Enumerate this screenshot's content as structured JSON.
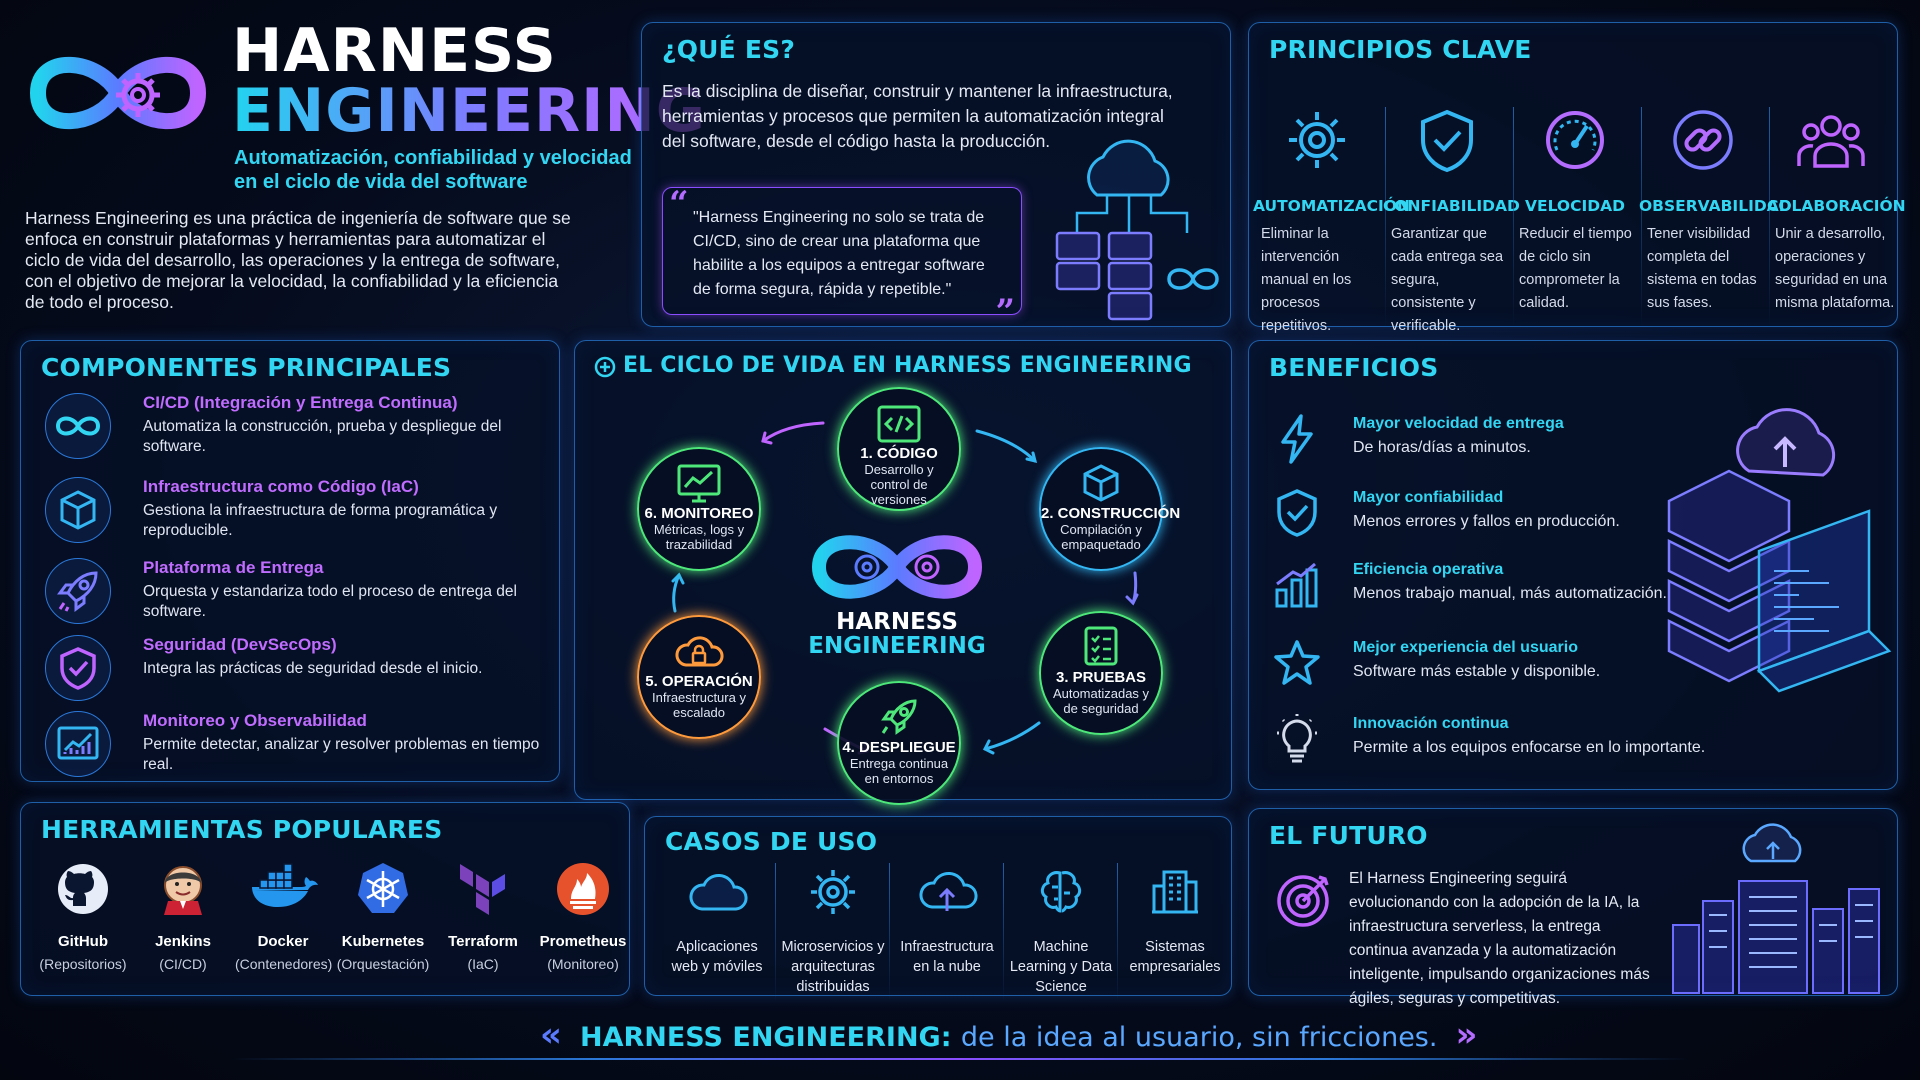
{
  "header": {
    "title_line1": "HARNESS",
    "title_line2": "ENGINEERING",
    "subtitle": "Automatización, confiabilidad y velocidad en el ciclo de vida del software",
    "intro": "Harness Engineering es una práctica de ingeniería de software que se enfoca en construir plataformas y herramientas para automatizar el ciclo de vida del desarrollo, las operaciones y la entrega de software, con el objetivo de mejorar la velocidad, la confiabilidad y la eficiencia de todo el proceso."
  },
  "que_es": {
    "title": "¿QUÉ ES?",
    "text": "Es la disciplina de diseñar, construir y mantener la infraestructura, herramientas y procesos que permiten la automatización integral del software, desde el código hasta la producción.",
    "quote": "\"Harness Engineering no solo se trata de CI/CD, sino de crear una plataforma que habilite a los equipos a entregar software de forma segura, rápida y repetible.\""
  },
  "principios": {
    "title": "PRINCIPIOS CLAVE",
    "items": [
      {
        "icon": "gear-icon",
        "title": "AUTOMATIZACIÓN",
        "desc": "Eliminar la intervención manual en los procesos repetitivos."
      },
      {
        "icon": "shield-check-icon",
        "title": "CONFIABILIDAD",
        "desc": "Garantizar que cada entrega sea segura, consistente y verificable."
      },
      {
        "icon": "speedometer-icon",
        "title": "VELOCIDAD",
        "desc": "Reducir el tiempo de ciclo sin comprometer la calidad."
      },
      {
        "icon": "link-icon",
        "title": "OBSERVABILIDAD",
        "desc": "Tener visibilidad completa del sistema en todas sus fases."
      },
      {
        "icon": "team-icon",
        "title": "COLABORACIÓN",
        "desc": "Unir a desarrollo, operaciones y seguridad en una misma plataforma."
      }
    ]
  },
  "componentes": {
    "title": "COMPONENTES PRINCIPALES",
    "items": [
      {
        "icon": "infinity-icon",
        "title": "CI/CD (Integración y Entrega Continua)",
        "desc": "Automatiza la construcción, prueba y despliegue del software."
      },
      {
        "icon": "cube-icon",
        "title": "Infraestructura como Código (IaC)",
        "desc": "Gestiona la infraestructura de forma programática y reproducible."
      },
      {
        "icon": "rocket-icon",
        "title": "Plataforma de Entrega",
        "desc": "Orquesta y estandariza todo el proceso de entrega del software."
      },
      {
        "icon": "shield-check-icon",
        "title": "Seguridad (DevSecOps)",
        "desc": "Integra las prácticas de seguridad desde el inicio."
      },
      {
        "icon": "chart-monitor-icon",
        "title": "Monitoreo y Observabilidad",
        "desc": "Permite detectar, analizar y resolver problemas en tiempo real."
      }
    ]
  },
  "ciclo": {
    "title": "EL CICLO DE VIDA EN HARNESS ENGINEERING",
    "center_line1": "HARNESS",
    "center_line2": "ENGINEERING",
    "stages": [
      {
        "title": "1. CÓDIGO",
        "desc": "Desarrollo y control de versiones",
        "color": "#4ee87a",
        "icon": "code-icon"
      },
      {
        "title": "2. CONSTRUCCIÓN",
        "desc": "Compilación y empaquetado",
        "color": "#33b6f2",
        "icon": "box-icon"
      },
      {
        "title": "3. PRUEBAS",
        "desc": "Automatizadas y de seguridad",
        "color": "#4ee87a",
        "icon": "checklist-icon"
      },
      {
        "title": "4. DESPLIEGUE",
        "desc": "Entrega continua en entornos",
        "color": "#4ee87a",
        "icon": "rocket-icon"
      },
      {
        "title": "5. OPERACIÓN",
        "desc": "Infraestructura y escalado",
        "color": "#ff9a3c",
        "icon": "cloud-lock-icon"
      },
      {
        "title": "6. MONITOREO",
        "desc": "Métricas, logs y trazabilidad",
        "color": "#4ee87a",
        "icon": "monitor-chart-icon"
      }
    ]
  },
  "beneficios": {
    "title": "BENEFICIOS",
    "items": [
      {
        "icon": "lightning-icon",
        "title": "Mayor velocidad de entrega",
        "desc": "De horas/días a minutos."
      },
      {
        "icon": "shield-check-icon",
        "title": "Mayor confiabilidad",
        "desc": "Menos errores y fallos en producción."
      },
      {
        "icon": "bar-chart-icon",
        "title": "Eficiencia operativa",
        "desc": "Menos trabajo manual, más automatización."
      },
      {
        "icon": "star-icon",
        "title": "Mejor experiencia del usuario",
        "desc": "Software más estable y disponible."
      },
      {
        "icon": "lightbulb-icon",
        "title": "Innovación continua",
        "desc": "Permite a los equipos enfocarse en lo importante."
      }
    ]
  },
  "herramientas": {
    "title": "HERRAMIENTAS POPULARES",
    "items": [
      {
        "icon": "github-icon",
        "name": "GitHub",
        "role": "(Repositorios)"
      },
      {
        "icon": "jenkins-icon",
        "name": "Jenkins",
        "role": "(CI/CD)"
      },
      {
        "icon": "docker-icon",
        "name": "Docker",
        "role": "(Contenedores)"
      },
      {
        "icon": "kubernetes-icon",
        "name": "Kubernetes",
        "role": "(Orquestación)"
      },
      {
        "icon": "terraform-icon",
        "name": "Terraform",
        "role": "(IaC)"
      },
      {
        "icon": "prometheus-icon",
        "name": "Prometheus",
        "role": "(Monitoreo)"
      }
    ]
  },
  "casos": {
    "title": "CASOS DE USO",
    "items": [
      {
        "icon": "cloud-icon",
        "label": "Aplicaciones web y móviles"
      },
      {
        "icon": "gear-icon",
        "label": "Microservicios y arquitecturas distribuidas"
      },
      {
        "icon": "cloud-upload-icon",
        "label": "Infraestructura en la nube"
      },
      {
        "icon": "brain-icon",
        "label": "Machine Learning y Data Science"
      },
      {
        "icon": "building-icon",
        "label": "Sistemas empresariales"
      }
    ]
  },
  "futuro": {
    "title": "EL FUTURO",
    "text": "El Harness Engineering seguirá evolucionando con la adopción de la IA, la infraestructura serverless, la entrega continua avanzada y la automatización inteligente, impulsando organizaciones más ágiles, seguras y competitivas."
  },
  "footer": {
    "brand": "HARNESS ENGINEERING:",
    "tagline": "de la idea al usuario, sin fricciones."
  },
  "colors": {
    "cyan": "#33d6f2",
    "purple": "#b46cff",
    "green": "#4ee87a",
    "orange": "#ff9a3c",
    "border": "#1f5fa8"
  }
}
